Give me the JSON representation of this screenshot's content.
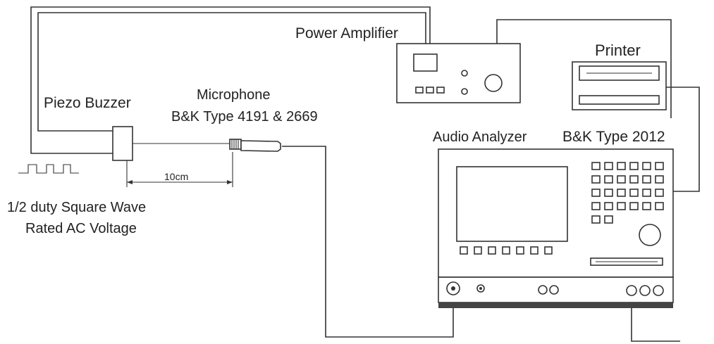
{
  "labels": {
    "power_amplifier": "Power Amplifier",
    "printer": "Printer",
    "piezo_buzzer": "Piezo Buzzer",
    "microphone": "Microphone",
    "microphone_type": "B&K Type 4191 & 2669",
    "audio_analyzer": "Audio Analyzer",
    "analyzer_type": "B&K Type 2012",
    "distance": "10cm",
    "signal_line1": "1/2 duty  Square Wave",
    "signal_line2": "Rated AC Voltage"
  }
}
